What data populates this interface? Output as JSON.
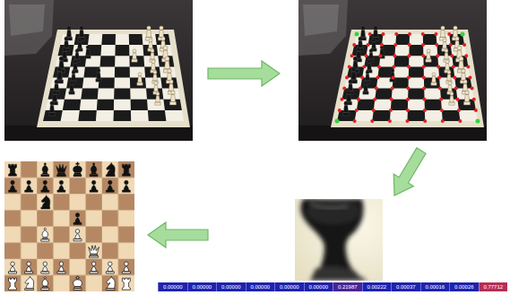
{
  "diagram": {
    "labels": [
      "0.00000",
      "0.00000",
      "0.00000",
      "0.00000",
      "0.00000",
      "0.00000",
      "0.21987",
      "0.00222",
      "0.00037",
      "0.00016",
      "0.00026",
      "0.77712"
    ]
  }
}
